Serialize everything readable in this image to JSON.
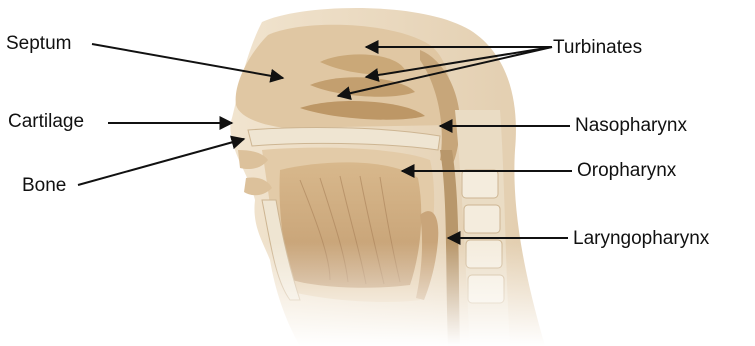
{
  "labels": {
    "septum": "Septum",
    "cartilage": "Cartilage",
    "bone": "Bone",
    "turbinates": "Turbinates",
    "nasopharynx": "Nasopharynx",
    "oropharynx": "Oropharynx",
    "laryngopharynx": "Laryngopharynx"
  },
  "colors": {
    "background": "#ffffff",
    "skin": "#e8d6bd",
    "tissue": "#d9bf98",
    "tissue_dark": "#b8976b",
    "bone": "#efe5d2",
    "tongue": "#c9a57a",
    "arrow": "#111111",
    "text": "#111111"
  }
}
